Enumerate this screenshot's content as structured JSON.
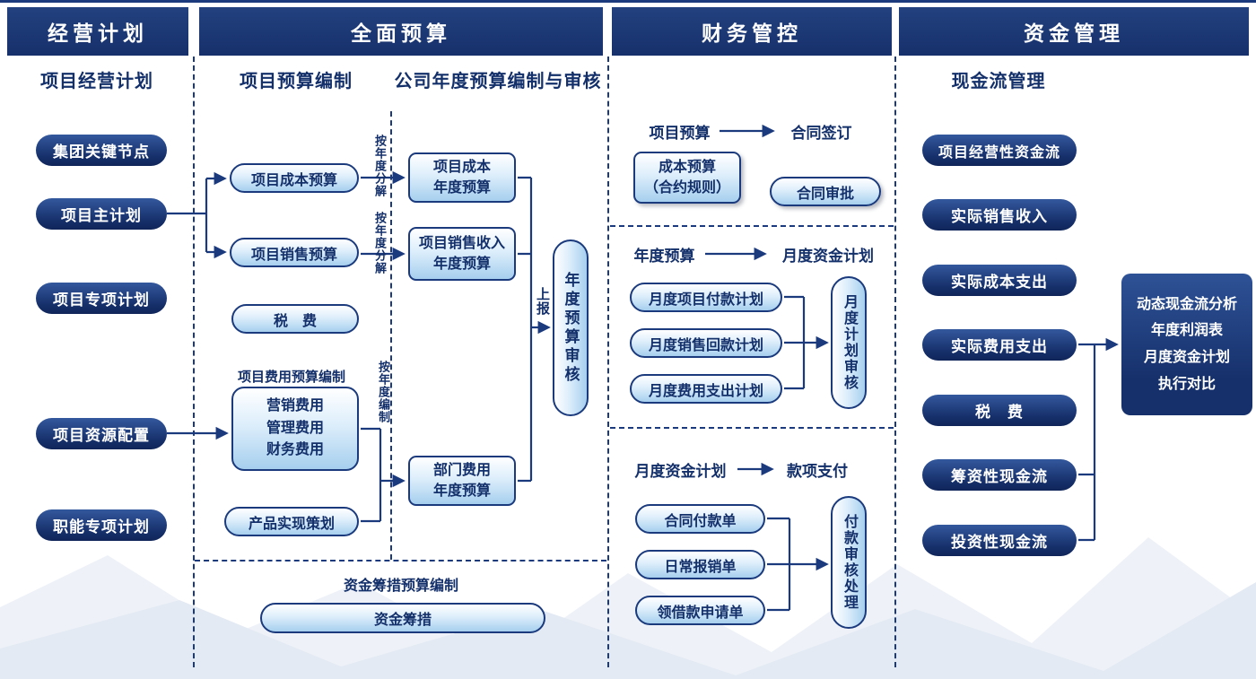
{
  "colors": {
    "navy": "#1a3a7d",
    "pill_light_top": "#ffffff",
    "pill_light_bottom": "#a6cfee"
  },
  "headers": {
    "planning": "经营计划",
    "budgeting": "全面预算",
    "financial_control": "财务管控",
    "capital_management": "资金管理"
  },
  "subtitles": {
    "project_business_plan": "项目经营计划",
    "project_budgeting": "项目预算编制",
    "company_annual_budget": "公司年度预算编制与审核",
    "cashflow_management": "现金流管理"
  },
  "planning": {
    "pills": [
      "集团关键节点",
      "项目主计划",
      "项目专项计划",
      "项目资源配置",
      "职能专项计划"
    ]
  },
  "budgeting": {
    "project": {
      "cost_pill": "项目成本预算",
      "sales_pill": "项目销售预算",
      "tax_pill": "税　费",
      "fee_group_label": "项目费用预算编制",
      "fee_box": "营销费用\n管理费用\n财务费用",
      "product_pill": "产品实现策划"
    },
    "annual": {
      "cost_box": "项目成本\n年度预算",
      "sales_box": "项目销售收入\n年度预算",
      "dept_fee_box": "部门费用\n年度预算",
      "review_pill": "年度预算审核",
      "decompose_label": "按年度分解",
      "compile_label": "按年度编制",
      "submit_label": "上报"
    },
    "financing": {
      "label": "资金筹措预算编制",
      "pill": "资金筹措"
    }
  },
  "financial_control": {
    "contract": {
      "left_label": "项目预算",
      "right_label": "合同签订",
      "cost_rule_box": "成本预算\n（合约规则）",
      "approval_pill": "合同审批"
    },
    "monthly": {
      "left_label": "年度预算",
      "right_label": "月度资金计划",
      "pills": [
        "月度项目付款计划",
        "月度销售回款计划",
        "月度费用支出计划"
      ],
      "review_pill": "月度计划审核"
    },
    "payment": {
      "left_label": "月度资金计划",
      "right_label": "款项支付",
      "pills": [
        "合同付款单",
        "日常报销单",
        "领借款申请单"
      ],
      "review_pill": "付款审核处理"
    }
  },
  "capital": {
    "pills": [
      "项目经营性资金流",
      "实际销售收入",
      "实际成本支出",
      "实际费用支出",
      "税　费",
      "筹资性现金流",
      "投资性现金流"
    ],
    "analysis_box": "动态现金流分析\n年度利润表\n月度资金计划\n执行对比"
  }
}
